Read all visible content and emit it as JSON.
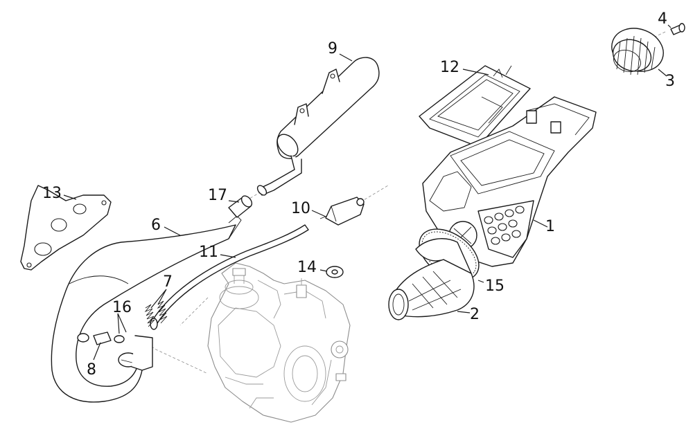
{
  "callouts": [
    {
      "id": "c1",
      "label": "1"
    },
    {
      "id": "c2",
      "label": "2"
    },
    {
      "id": "c3",
      "label": "3"
    },
    {
      "id": "c4",
      "label": "4"
    },
    {
      "id": "c6",
      "label": "6"
    },
    {
      "id": "c7",
      "label": "7"
    },
    {
      "id": "c8",
      "label": "8"
    },
    {
      "id": "c9",
      "label": "9"
    },
    {
      "id": "c10",
      "label": "10"
    },
    {
      "id": "c11",
      "label": "11"
    },
    {
      "id": "c12",
      "label": "12"
    },
    {
      "id": "c13",
      "label": "13"
    },
    {
      "id": "c14",
      "label": "14"
    },
    {
      "id": "c15",
      "label": "15"
    },
    {
      "id": "c16",
      "label": "16"
    },
    {
      "id": "c17",
      "label": "17"
    }
  ]
}
